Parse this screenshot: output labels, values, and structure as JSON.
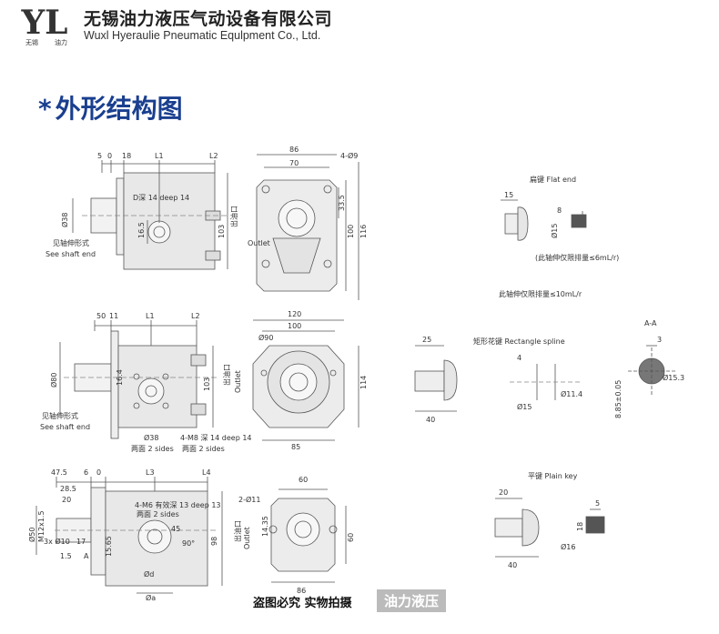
{
  "header": {
    "logo_letters": "YL",
    "logo_left_caption": "无锡",
    "logo_right_caption": "油力",
    "company_cn": "无锡油力液压气动设备有限公司",
    "company_en": "Wuxl Hyeraulie Pneumatic Equlpment Co., Ltd."
  },
  "section": {
    "star": "*",
    "title": "外形结构图"
  },
  "view1": {
    "dims_top": [
      "5",
      "0",
      "18",
      "L1",
      "L2"
    ],
    "spec": "D深 14 deep 14",
    "shaft_dia": "Ø38",
    "dim_16_5": "16.5",
    "dim_103": "103",
    "see_shaft_cn": "见轴伸形式",
    "see_shaft_en": "See shaft end",
    "outlet_cn": "出油口",
    "outlet_en": "Outlet"
  },
  "view1_front": {
    "dim_86": "86",
    "dim_70": "70",
    "holes": "4-Ø9",
    "dim_33_5": "33.5",
    "dim_100": "100",
    "dim_116": "116"
  },
  "flat_end": {
    "title": "扁键 Flat end",
    "dim_15": "15",
    "dim_8": "8",
    "dia_15": "Ø15",
    "note1": "(此轴伸仅限排量≤6mL/r)",
    "note2": "此轴伸仅限排量≤10mL/r"
  },
  "view2": {
    "dims_top": [
      "50",
      "11",
      "L1",
      "L2"
    ],
    "shaft_dia": "Ø80",
    "dim_16_4": "16.4",
    "dim_103": "103",
    "dia_38": "Ø38",
    "sides1": "两面 2 sides",
    "spec": "4-M8 深 14 deep 14",
    "sides2": "两面 2 sides",
    "see_shaft_cn": "见轴伸形式",
    "see_shaft_en": "See shaft end",
    "outlet_cn": "出油口",
    "outlet_en": "Outlet"
  },
  "view2_front": {
    "dim_120": "120",
    "dim_100": "100",
    "dia_90": "Ø90",
    "dim_114": "114",
    "dim_85": "85"
  },
  "rect_spline": {
    "title": "矩形花键 Rectangle spline",
    "dim_25": "25",
    "dim_40": "40",
    "dim_4": "4",
    "dia_15": "Ø15",
    "dia_11_4": "Ø11.4"
  },
  "section_aa": {
    "title": "A-A",
    "dim_3": "3",
    "dia_15_3": "Ø15.3",
    "dim_8_85": "8.85±0.05"
  },
  "view3": {
    "dims_top": [
      "47.5",
      "6",
      "0",
      "L3",
      "L4"
    ],
    "dim_28_5": "28.5",
    "dim_20": "20",
    "thread": "M12x1.5",
    "dia_50": "Ø50",
    "dim_3x10": "3x Ø10",
    "dim_17": "17",
    "dim_1_5": "1.5",
    "label_a": "A",
    "spec": "4-M6 有效深 13 deep 13",
    "sides": "两面 2 sides",
    "dim_15_65": "15.65",
    "dim_45": "45",
    "dim_90": "90°",
    "dim_98": "98",
    "dim_d": "Ød",
    "dim_a": "Øa"
  },
  "view3_front": {
    "dim_60": "60",
    "holes": "2-Ø11",
    "dim_14_35": "14.35",
    "dim_60_v": "60",
    "dim_86": "86",
    "outlet_cn": "出油口",
    "outlet_en": "Outlet"
  },
  "plain_key": {
    "title": "平键 Plain key",
    "dim_20": "20",
    "dim_40": "40",
    "dim_5": "5",
    "dim_18": "18",
    "dia_16": "Ø16"
  },
  "watermark": {
    "text": "盗图必究 实物拍摄",
    "brand": "油力液压"
  }
}
